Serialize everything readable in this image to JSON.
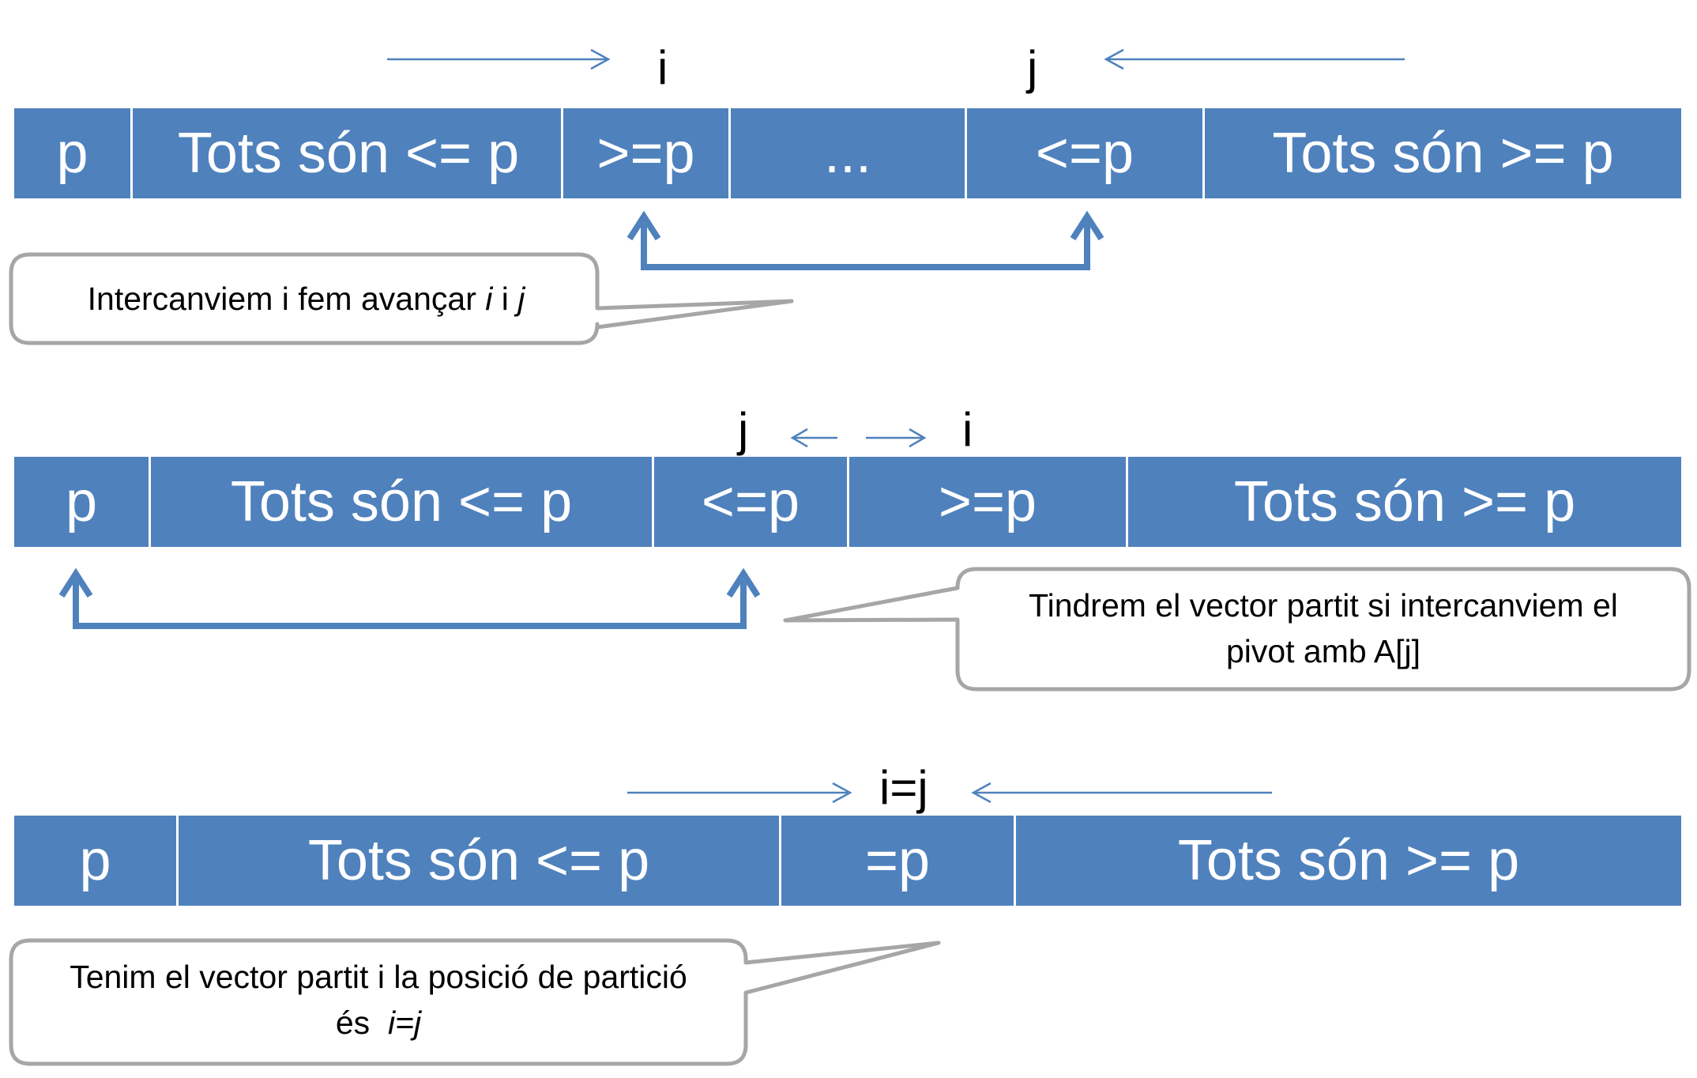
{
  "rows": [
    {
      "cells": [
        "p",
        "Tots són <= p",
        ">=p",
        "...",
        "<=p",
        "Tots són >= p"
      ],
      "pointers": [
        "i",
        "j"
      ]
    },
    {
      "cells": [
        "p",
        "Tots són <= p",
        "<=p",
        ">=p",
        "Tots són >= p"
      ],
      "pointers": [
        "j",
        "i"
      ]
    },
    {
      "cells": [
        "p",
        "Tots són <= p",
        "=p",
        "Tots són >= p"
      ],
      "pointers": [
        "i=j"
      ]
    }
  ],
  "callouts": {
    "swap_advance": {
      "text": "Intercanviem i fem avançar ",
      "i": "i",
      "mid": " i ",
      "j": "j"
    },
    "swap_pivot": {
      "line1": "Tindrem el vector partit si intercanviem el",
      "line2": "pivot amb A[j]"
    },
    "partitioned": {
      "line1": "Tenim el vector partit i la posició de partició",
      "line2_prefix": "és  ",
      "line2_italic": "i=j"
    }
  },
  "colors": {
    "bar_fill": "#4f81bd",
    "cell_text": "#ffffff",
    "arrow": "#4f81bd",
    "callout_border": "#a6a6a6"
  }
}
